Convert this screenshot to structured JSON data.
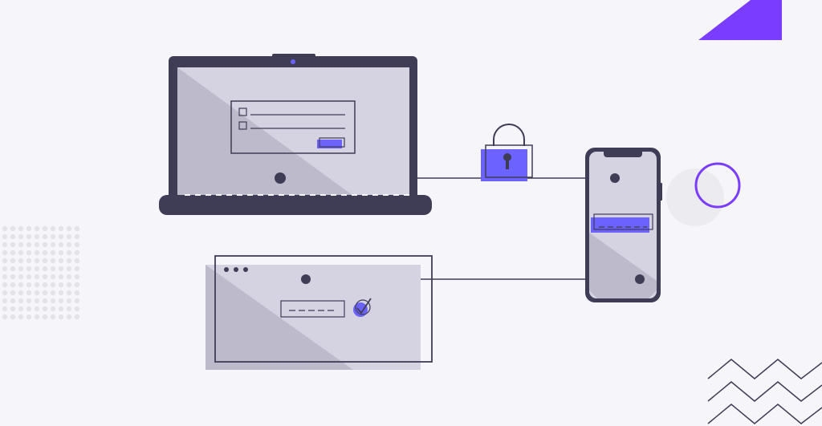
{
  "colors": {
    "background": "#f6f6fa",
    "dark": "#3f3d56",
    "screen": "#d5d2e2",
    "screen_shade": "#bdbacb",
    "accent": "#6c63ff",
    "accent_deep": "#7a3dff",
    "dots": "#e3e3e8"
  },
  "icons": {
    "lock": "padlock-icon",
    "check": "checkmark-circle-icon",
    "corner": "purple-triangle-shape",
    "ring": "purple-ring-shape",
    "zigzag": "zigzag-lines-shape",
    "dot_grid": "dot-grid-pattern"
  }
}
